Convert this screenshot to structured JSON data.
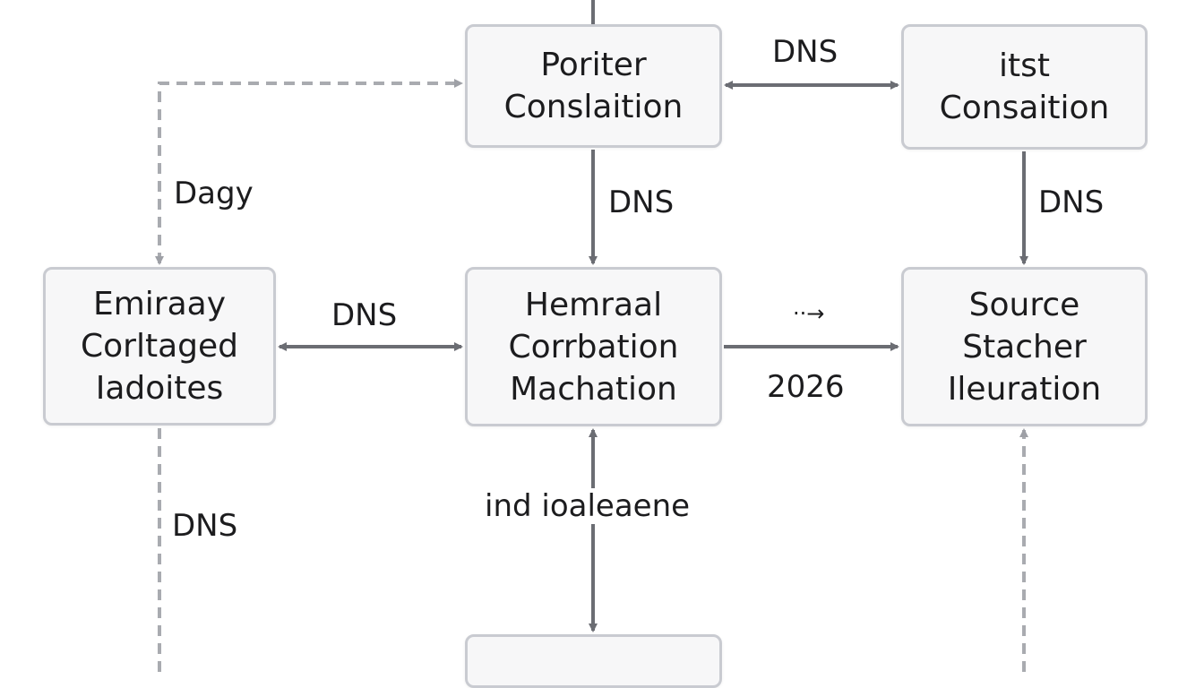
{
  "nodes": {
    "porter": {
      "line1": "Poriter",
      "line2": "Conslaition"
    },
    "itst": {
      "line1": "itst",
      "line2": "Consaition"
    },
    "emiraay": {
      "line1": "Emiraay",
      "line2": "Corltaged",
      "line3": "Iadoites"
    },
    "hemraal": {
      "line1": "Hemraal",
      "line2": "Corrbation",
      "line3": "Machation"
    },
    "source": {
      "line1": "Source",
      "line2": "Stacher",
      "line3": "Ileuration"
    }
  },
  "edge_labels": {
    "dns_top": "DNS",
    "dagy": "Dagy",
    "dns_mid": "DNS",
    "dns_right": "DNS",
    "dns_left": "DNS",
    "dots_arrow": "··→",
    "year": "2026",
    "ind": "ind ioaleaene",
    "dns_bottom": "DNS"
  },
  "colors": {
    "edge": "#6b6d73",
    "dashed_edge": "#a9abb0",
    "node_border": "#c9cbd1",
    "node_fill": "#f7f7f8"
  }
}
